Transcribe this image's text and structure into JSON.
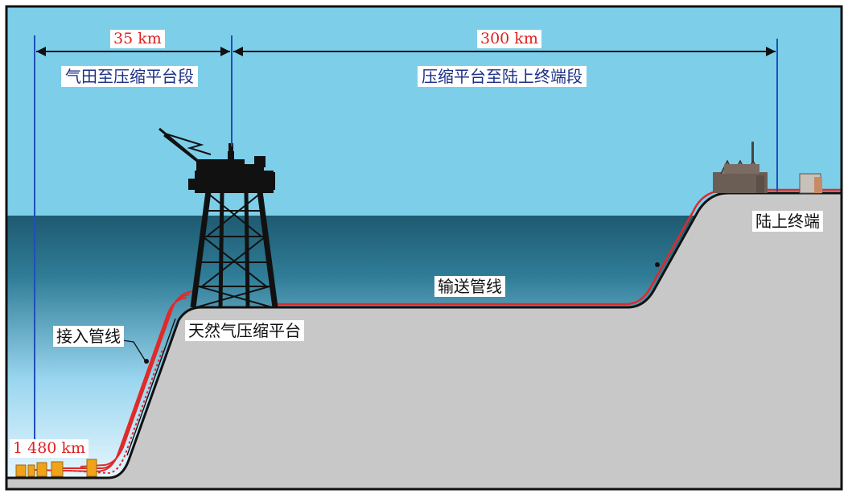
{
  "diagram": {
    "distance_labels": {
      "segment_1_length": "35 km",
      "segment_2_length": "300 km",
      "depth": "1 480 km"
    },
    "segment_labels": {
      "segment_1": "气田至压缩平台段",
      "segment_2": "压缩平台至陆上终端段"
    },
    "component_labels": {
      "compression_platform": "天然气压缩平台",
      "transmission_pipeline": "输送管线",
      "onshore_terminal": "陆上终端",
      "gathering_pipeline": "接入管线"
    },
    "colors": {
      "sky": "#7dcfe9",
      "sea_top": "#1f5a70",
      "sea_bottom": "#eef9ff",
      "seabed": "#c8c8c8",
      "pipeline": "#e02a2a",
      "marker_line": "#1f4fb8",
      "label_blue": "#1c2f86",
      "label_red": "#e02222"
    }
  }
}
